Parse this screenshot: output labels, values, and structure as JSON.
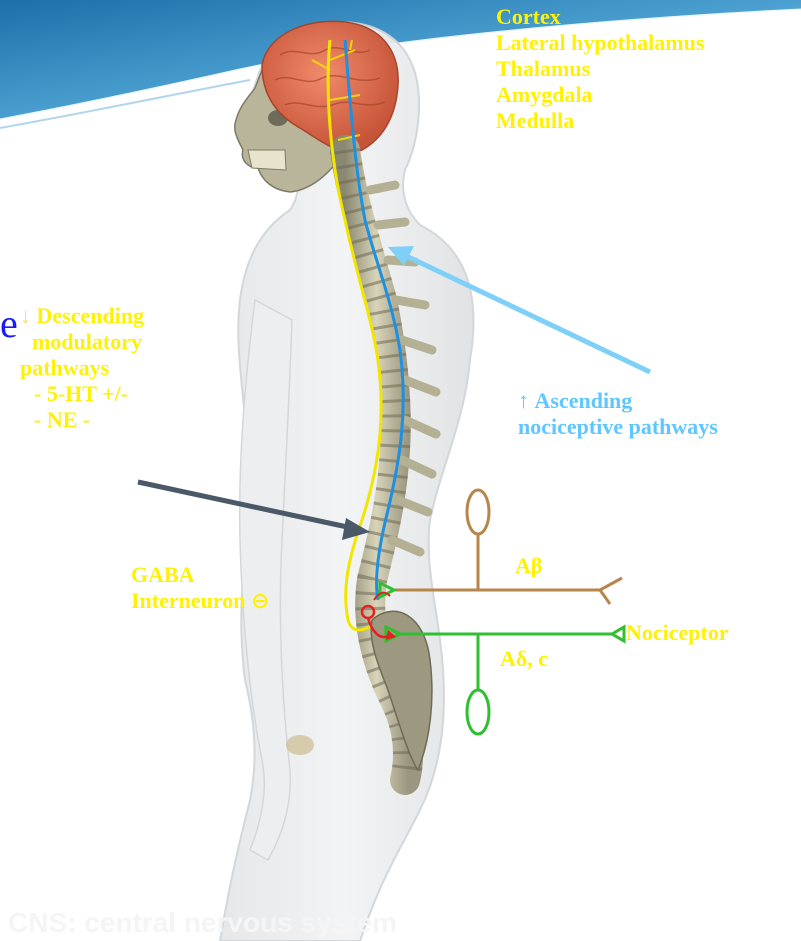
{
  "brain_regions": [
    "Cortex",
    "Lateral hypothalamus",
    "Thalamus",
    "Amygdala",
    "Medulla"
  ],
  "descending": {
    "arrow": "↓",
    "lines": [
      "Descending",
      "modulatory",
      "pathways",
      "- 5-HT +/-",
      "- NE -"
    ]
  },
  "ascending": {
    "arrow": "↑",
    "lines": [
      "Ascending",
      "nociceptive pathways"
    ]
  },
  "gaba": {
    "lines": [
      "GABA",
      "Interneuron"
    ],
    "symbol": "⊖"
  },
  "fibers": {
    "a_beta": "Aβ",
    "a_delta": "Aδ, c",
    "nociceptor": "Nociceptor"
  },
  "left_edge_glyph": "e",
  "footer": "CNS: central nervous system",
  "colors": {
    "label_yellow": "#fff200",
    "ascending_blue": "#5ec7ff",
    "descending_line": "#f2e600",
    "ascending_line": "#1e90e0",
    "abeta_fiber": "#b8864a",
    "nociceptor_fiber": "#2fbf2f",
    "brain": "#e06a4c",
    "arrow_grey": "#4a5868"
  }
}
